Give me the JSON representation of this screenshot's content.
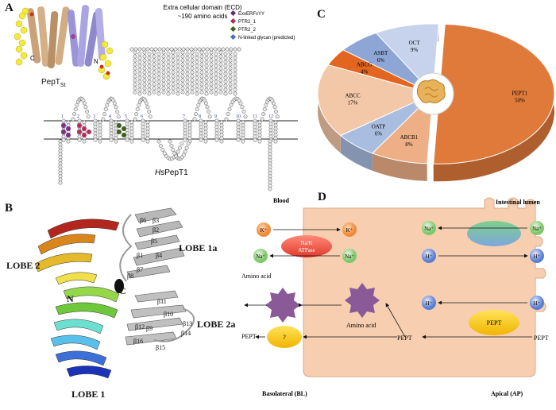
{
  "panels": {
    "a": {
      "label": "A",
      "ecd_title": "Extra cellular domain (ECD)",
      "ecd_subtitle": "~190 amino acids",
      "legend": [
        {
          "label": "ExxERFxYY",
          "color": "#6a2a7a"
        },
        {
          "label": "PTR2_1",
          "color": "#b0305c"
        },
        {
          "label": "PTR2_2",
          "color": "#3d5e1e"
        },
        {
          "label": "N-linked glycan (predicted)",
          "color": "#4a6fb8"
        }
      ],
      "helix_numbers": [
        "1",
        "2",
        "3",
        "4",
        "5",
        "6",
        "7",
        "8",
        "9",
        "10",
        "11",
        "12"
      ],
      "structure_label": "PepT",
      "structure_sub": "St",
      "protein_label_italic": "Hs",
      "protein_label": "PepT1",
      "terminal_c": "C",
      "terminal_n": "N"
    },
    "b": {
      "label": "B",
      "lobes": [
        "LOBE 2",
        "LOBE 1a",
        "LOBE 2a",
        "LOBE 1"
      ],
      "strands": [
        "β6",
        "β3",
        "β2",
        "β5",
        "β4",
        "β1",
        "β7",
        "β8",
        "β11",
        "β10",
        "β13",
        "β12",
        "β9",
        "β14",
        "β16",
        "β15"
      ],
      "n_term": "N",
      "c_term": "C"
    },
    "c": {
      "label": "C",
      "chart_data": {
        "type": "pie",
        "title": "",
        "slices": [
          {
            "label": "PEPT1",
            "value": 50,
            "display": "50%",
            "color": "#e07a3a"
          },
          {
            "label": "ABCB1",
            "value": 8,
            "display": "8%",
            "color": "#eeaf86"
          },
          {
            "label": "OATP",
            "value": 6,
            "display": "6%",
            "color": "#a9bde0"
          },
          {
            "label": "ABCC",
            "value": 17,
            "display": "17%",
            "color": "#f3c8a8"
          },
          {
            "label": "ABCG",
            "value": 4,
            "display": "4%",
            "color": "#e2661f"
          },
          {
            "label": "ASBT",
            "value": 6,
            "display": "6%",
            "color": "#8ea6d6"
          },
          {
            "label": "OCT",
            "value": 9,
            "display": "9%",
            "color": "#c7d3ec"
          }
        ]
      }
    },
    "d": {
      "label": "D",
      "blood": "Blood",
      "lumen": "Intestinal lumen",
      "basolateral": "Basolateral (BL)",
      "apical": "Apical (AP)",
      "k_ion": "K⁺",
      "na_ion": "Na⁺",
      "h_ion": "H⁺",
      "atpase_line1": "Na/K",
      "atpase_line2": "ATPase",
      "amino_acid": "Amino acid",
      "pept": "PEPT",
      "question": "?"
    }
  }
}
